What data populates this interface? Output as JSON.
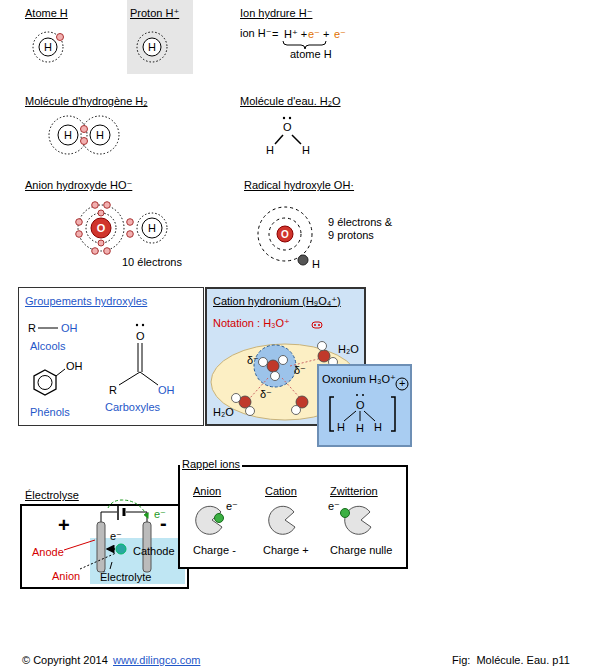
{
  "diagram": {
    "nodes": [
      {
        "text": [
          "H"
        ]
      },
      {
        "text": [
          "Proton H⁺"
        ]
      },
      {
        "text": [
          "H"
        ],
        "in": 1
      },
      {
        "text": [
          "H"
        ]
      },
      {
        "text": [
          "H"
        ]
      },
      {
        "text": [
          "O"
        ]
      },
      {
        "text": [
          "H"
        ]
      },
      {
        "text": [
          "O"
        ]
      },
      {
        "text": [
          "Groupements hydroxyles",
          "R",
          "OH",
          "Alcools",
          "OH",
          "Phénols",
          "O",
          "R",
          "OH",
          "Carboxyles"
        ]
      },
      {
        "text": [
          "Cation hydronium (H₉O₄⁺)",
          "Notation : H₃O⁺",
          "H₂O",
          "δ⁻",
          "δ⁻",
          "δ⁻",
          "H₂O"
        ]
      },
      {
        "text": [
          "Oxonium H₃O⁺",
          "O",
          "H",
          "H",
          "H",
          "+"
        ],
        "in": 9
      },
      {
        "text": [
          "Rappel ions",
          "Anion",
          "e⁻",
          "Charge -",
          "Cation",
          "Charge +",
          "Zwitterion",
          "e⁻",
          "Charge nulle"
        ]
      },
      {
        "text": [
          "Électrolyse",
          "+",
          "-",
          "e⁻",
          "e⁻",
          "Anode",
          "Cathode",
          "Anion",
          "Électrolyte"
        ]
      }
    ],
    "labels": [
      "Atome H",
      "Ion hydrure H⁻",
      "ion H⁻",
      "=",
      "H⁺ +",
      "e⁻",
      "+",
      "e⁻",
      "atome H",
      "Molécule d'hydrogène H₂",
      "Molécule d'eau. H₂O",
      "O",
      "H",
      "H",
      "Anion hydroxyde HO⁻",
      "10 électrons",
      "Radical hydroxyle OH·",
      "9 électrons & 9 protons",
      "H",
      "© Copyright 2014",
      "www.dilingco.com",
      "Fig:  Molécule. Eau. p11"
    ]
  }
}
